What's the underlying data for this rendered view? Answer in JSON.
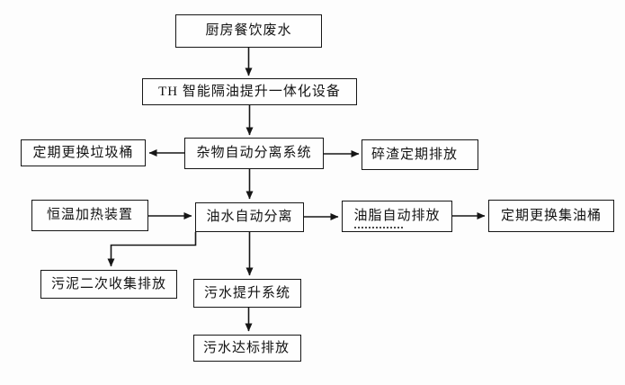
{
  "diagram": {
    "type": "flowchart",
    "line_color": "#161616",
    "box_background": "#fefefe",
    "nodes": {
      "kitchen": {
        "label": "厨房餐饮废水"
      },
      "device": {
        "label": "TH 智能隔油提升一体化设备"
      },
      "separator": {
        "label": "杂物自动分离系统"
      },
      "trash_bin": {
        "label": "定期更换垃圾桶"
      },
      "residue": {
        "label": "碎渣定期排放"
      },
      "heater": {
        "label": "恒温加热装置"
      },
      "oil_water": {
        "label": "油水自动分离"
      },
      "grease": {
        "label": "油脂自动排放"
      },
      "oil_barrel": {
        "label": "定期更换集油桶"
      },
      "sludge": {
        "label": "污泥二次收集排放"
      },
      "lift": {
        "label": "污水提升系统"
      },
      "discharge": {
        "label": "污水达标排放"
      }
    },
    "edges": [
      {
        "from": "kitchen",
        "to": "device"
      },
      {
        "from": "device",
        "to": "separator"
      },
      {
        "from": "separator",
        "to": "trash_bin"
      },
      {
        "from": "separator",
        "to": "residue"
      },
      {
        "from": "separator",
        "to": "oil_water"
      },
      {
        "from": "heater",
        "to": "oil_water"
      },
      {
        "from": "oil_water",
        "to": "grease"
      },
      {
        "from": "grease",
        "to": "oil_barrel"
      },
      {
        "from": "oil_water",
        "to": "sludge"
      },
      {
        "from": "oil_water",
        "to": "lift"
      },
      {
        "from": "lift",
        "to": "discharge"
      }
    ]
  }
}
